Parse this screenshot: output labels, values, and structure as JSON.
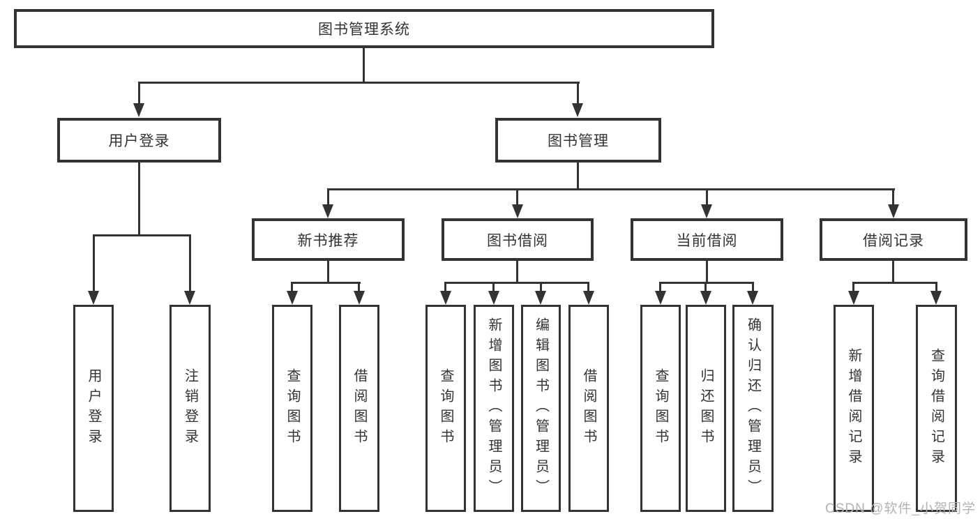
{
  "colors": {
    "line": "#333333",
    "text": "#333333",
    "watermark_text_color": "#b3b3b3",
    "background": "#ffffff"
  },
  "diagram": {
    "title": "图书管理系统",
    "level2": {
      "user_login": "用户登录",
      "book_mgmt": "图书管理"
    },
    "level3": {
      "new_books": "新书推荐",
      "borrowing": "图书借阅",
      "current": "当前借阅",
      "records": "借阅记录"
    },
    "leaves": {
      "user_login": [
        "用户登录",
        "注销登录"
      ],
      "new_books": [
        "查询图书",
        "借阅图书"
      ],
      "borrowing": [
        "查询图书",
        "新增图书（管理员）",
        "编辑图书（管理员）",
        "借阅图书"
      ],
      "current": [
        "查询图书",
        "归还图书",
        "确认归还（管理员）"
      ],
      "records": [
        "新增借阅记录",
        "查询借阅记录"
      ]
    }
  },
  "watermark": {
    "text": "CSDN @软件_小贺同学"
  }
}
